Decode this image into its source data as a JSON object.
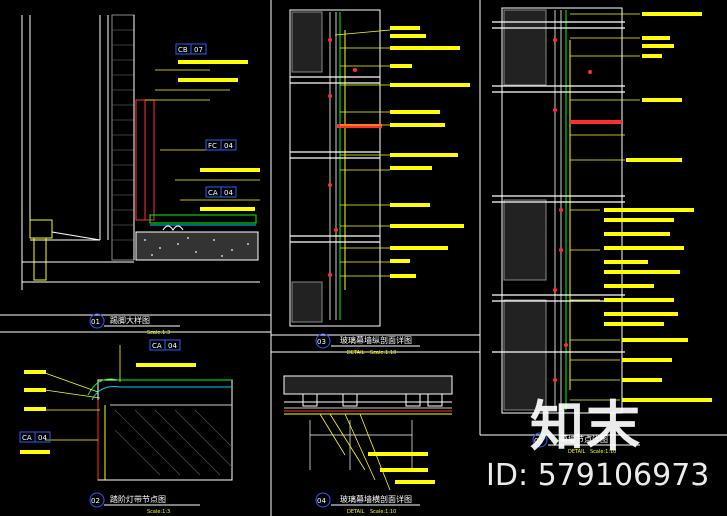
{
  "panels": [
    {
      "num": "01",
      "title": "踢脚大样图",
      "scale": "Scale:1:3"
    },
    {
      "num": "02",
      "title": "踏阶灯带节点图",
      "scale": "Scale:1:3"
    },
    {
      "num": "03",
      "title": "玻璃幕墙纵剖面详图",
      "detail": "DETAIL",
      "scale": "Scale:1:10"
    },
    {
      "num": "04",
      "title": "玻璃幕墙横剖面详图",
      "detail": "DETAIL",
      "scale": "Scale:1:10"
    },
    {
      "num": "05",
      "title": "幕墙节点详图",
      "detail": "DETAIL",
      "scale": "Scale:1:10"
    }
  ],
  "tags": {
    "p1_a": [
      "CB",
      "07"
    ],
    "p1_b": [
      "FC",
      "04"
    ],
    "p1_c": [
      "CA",
      "04"
    ],
    "p2_a": [
      "CA",
      "04"
    ],
    "p2_b": [
      "CA",
      "04"
    ]
  },
  "watermark": {
    "logo": "知末",
    "id": "ID: 579106973"
  },
  "colors": {
    "bg": "#000000",
    "line": "#ffffff",
    "annot": "#ffff00",
    "accent": "#ff3030",
    "dim": "#00ff00"
  }
}
